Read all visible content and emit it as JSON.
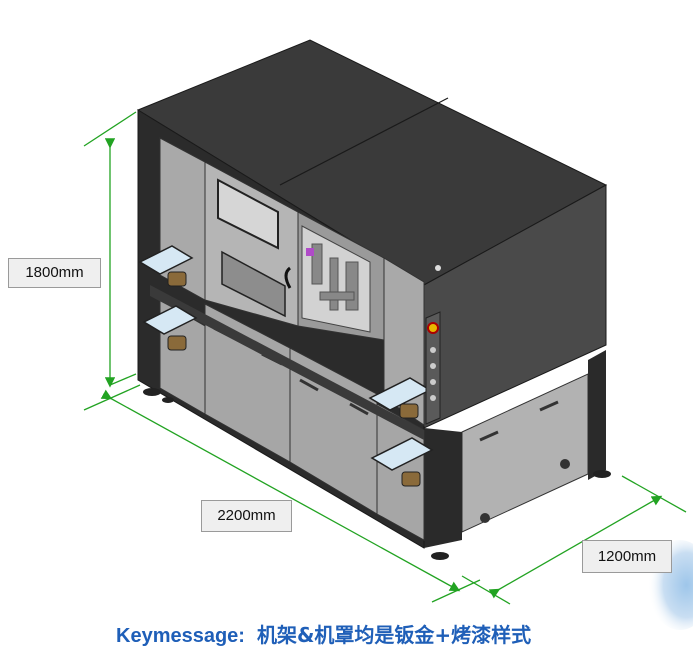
{
  "dimensions": {
    "height_label": "1800mm",
    "length_label": "2200mm",
    "depth_label": "1200mm"
  },
  "caption": {
    "key": "Keymessage:",
    "text": "机架&机罩均是钣金+烤漆样式"
  },
  "colors": {
    "dimension_line": "#22a322",
    "frame": "#2b2b2b",
    "panel": "#a8a8a8",
    "caption": "#1f5fb8"
  }
}
